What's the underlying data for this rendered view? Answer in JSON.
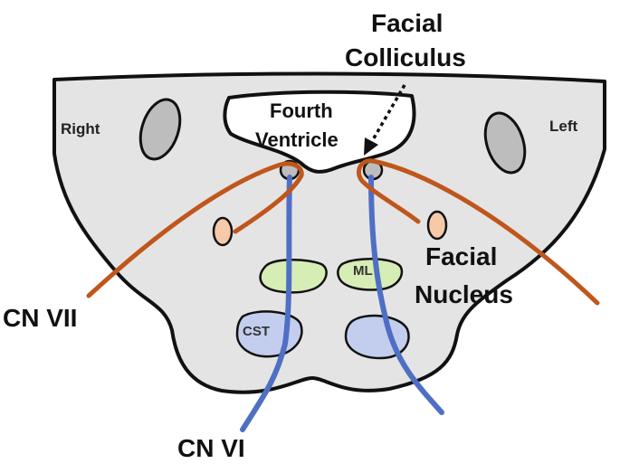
{
  "labels": {
    "facial_colliculus_line1": "Facial",
    "facial_colliculus_line2": "Colliculus",
    "fourth_ventricle_line1": "Fourth",
    "fourth_ventricle_line2": "Ventricle",
    "right": "Right",
    "left": "Left",
    "facial_nucleus_line1": "Facial",
    "facial_nucleus_line2": "Nucleus",
    "ml": "ML",
    "cst": "CST",
    "cn_vii": "CN VII",
    "cn_vi": "CN VI"
  },
  "colors": {
    "pons_fill": "#e4e4e4",
    "outline": "#111111",
    "cn_vii": "#c0561c",
    "cn_vi": "#4f6fc4",
    "facial_nucleus": "#f6c9a8",
    "medial_lemniscus": "#d6edb5",
    "cst": "#c3cdee",
    "peduncle": "#bdbdbd"
  }
}
